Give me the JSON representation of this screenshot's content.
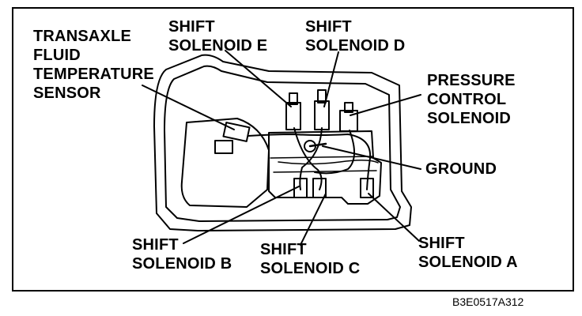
{
  "labels": {
    "tft_sensor": [
      "TRANSAXLE",
      "FLUID",
      "TEMPERATURE",
      "SENSOR"
    ],
    "shift_e": [
      "SHIFT",
      "SOLENOID E"
    ],
    "shift_d": [
      "SHIFT",
      "SOLENOID D"
    ],
    "pressure_control": [
      "PRESSURE",
      "CONTROL",
      "SOLENOID"
    ],
    "ground": [
      "GROUND"
    ],
    "shift_b": [
      "SHIFT",
      "SOLENOID B"
    ],
    "shift_c": [
      "SHIFT",
      "SOLENOID C"
    ],
    "shift_a": [
      "SHIFT",
      "SOLENOID A"
    ]
  },
  "figure_code": "B3E0517A312"
}
